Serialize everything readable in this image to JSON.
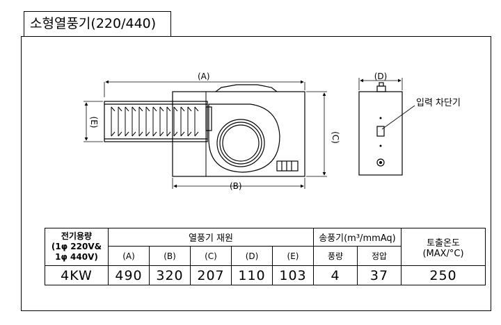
{
  "title": "소형열풍기(220/440)",
  "drawing": {
    "dim_a": "(A)",
    "dim_b": "(B)",
    "dim_c": "(C)",
    "dim_d": "(D)",
    "dim_e": "(E)",
    "callout": "입력 차단기"
  },
  "table": {
    "power_header_line1": "전기용량",
    "power_header_line2": "(1φ 220V&",
    "power_header_line3": "1φ 440V)",
    "heater_spec_header": "열풍기 재원",
    "blower_header": "송풍기(m³/mmAq)",
    "outlet_temp_header_line1": "토출온도",
    "outlet_temp_header_line2": "(MAX/°C)",
    "sub_headers": [
      "(A)",
      "(B)",
      "(C)",
      "(D)",
      "(E)"
    ],
    "blower_sub_headers": [
      "풍량",
      "정압"
    ],
    "values": {
      "power": "4KW",
      "A": "490",
      "B": "320",
      "C": "207",
      "D": "110",
      "E": "103",
      "airflow": "4",
      "pressure": "37",
      "temp": "250"
    }
  }
}
